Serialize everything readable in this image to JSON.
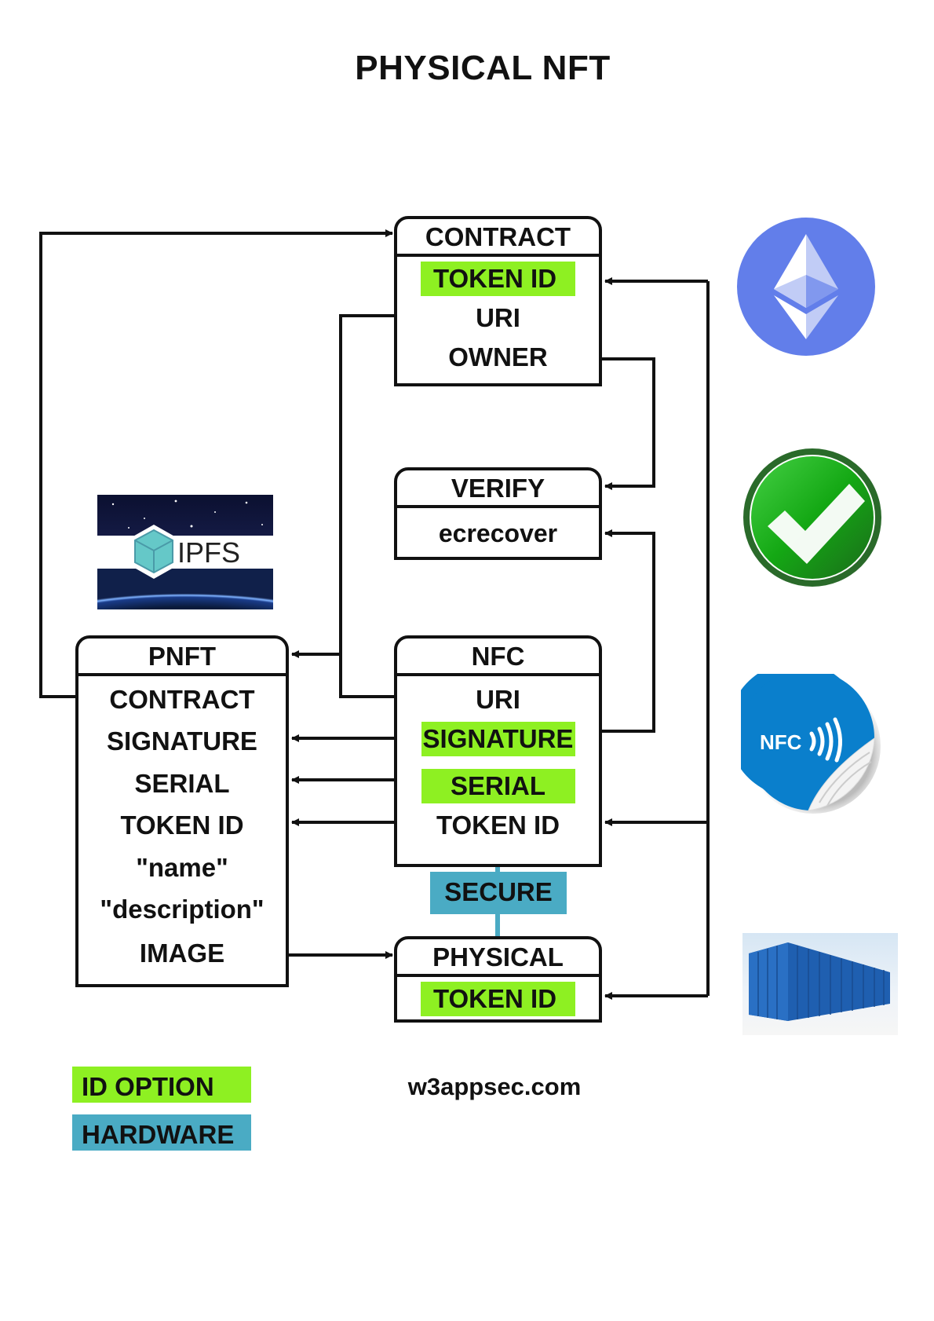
{
  "title": "PHYSICAL NFT",
  "colors": {
    "id_option": "#8ef022",
    "hardware": "#4aabc4",
    "line": "#111111",
    "ethereum": "#627eea",
    "check_green": "#1f9a1f",
    "nfc_blue": "#0a7fcc",
    "container_blue": "#1f5fb0"
  },
  "boxes": {
    "contract": {
      "header": "CONTRACT",
      "rows": [
        "TOKEN ID",
        "URI",
        "OWNER"
      ]
    },
    "verify": {
      "header": "VERIFY",
      "rows": [
        "ecrecover"
      ]
    },
    "pnft": {
      "header": "PNFT",
      "rows": [
        "CONTRACT",
        "SIGNATURE",
        "SERIAL",
        "TOKEN ID",
        "\"name\"",
        "\"description\"",
        "IMAGE"
      ]
    },
    "nfc": {
      "header": "NFC",
      "rows": [
        "URI",
        "SIGNATURE",
        "SERIAL",
        "TOKEN ID"
      ]
    },
    "physical": {
      "header": "PHYSICAL",
      "rows": [
        "TOKEN ID"
      ]
    }
  },
  "secure_label": "SECURE",
  "images": {
    "ipfs": {
      "label": "IPFS",
      "icon": "ipfs-logo"
    },
    "ethereum": {
      "icon": "ethereum-logo"
    },
    "check": {
      "icon": "check-mark"
    },
    "nfc": {
      "label": "NFC",
      "icon": "nfc-sticker"
    },
    "container": {
      "icon": "shipping-container"
    }
  },
  "legend": [
    {
      "label": "ID OPTION",
      "color": "#8ef022"
    },
    {
      "label": "HARDWARE",
      "color": "#4aabc4"
    }
  ],
  "footer": "w3appsec.com"
}
